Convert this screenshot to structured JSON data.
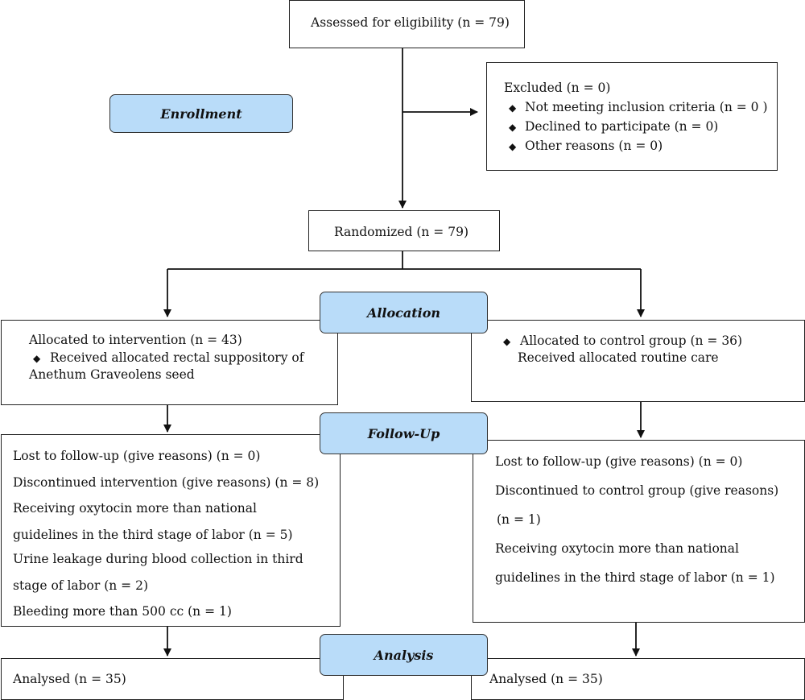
{
  "stages": {
    "enrollment": "Enrollment",
    "allocation": "Allocation",
    "follow_up": "Follow-Up",
    "analysis": "Analysis"
  },
  "assessed": "Assessed for eligibility (n = 79)",
  "excluded": {
    "title": "Excluded (n = 0)",
    "items": [
      "Not meeting inclusion criteria (n = 0 )",
      "Declined to participate (n = 0)",
      "Other reasons (n = 0)"
    ]
  },
  "randomized": "Randomized (n = 79)",
  "intervention": {
    "allocated": "Allocated to intervention (n = 43)",
    "received_line1": "Received allocated rectal suppository of",
    "received_line2": "Anethum Graveolens seed",
    "followup": [
      "Lost to follow-up (give reasons) (n = 0)",
      "Discontinued intervention (give reasons) (n = 8)",
      "Receiving oxytocin more than national",
      "guidelines in the third stage of labor (n = 5)",
      "Urine leakage during blood collection in third",
      "stage of labor (n = 2)",
      "Bleeding more than 500 cc (n = 1)"
    ],
    "analysed": "Analysed (n = 35)"
  },
  "control": {
    "allocated": "Allocated to control group (n = 36)",
    "received": "Received allocated routine care",
    "followup": [
      "Lost to follow-up (give reasons) (n = 0)",
      "Discontinued to control group (give reasons)",
      "(n = 1)",
      "Receiving oxytocin more than national",
      "guidelines in the third stage of labor (n = 1)"
    ],
    "analysed": "Analysed (n = 35)"
  },
  "icons": {
    "bullet": "◆"
  },
  "colors": {
    "stage_fill": "#b9dcf9",
    "line": "#222222"
  }
}
